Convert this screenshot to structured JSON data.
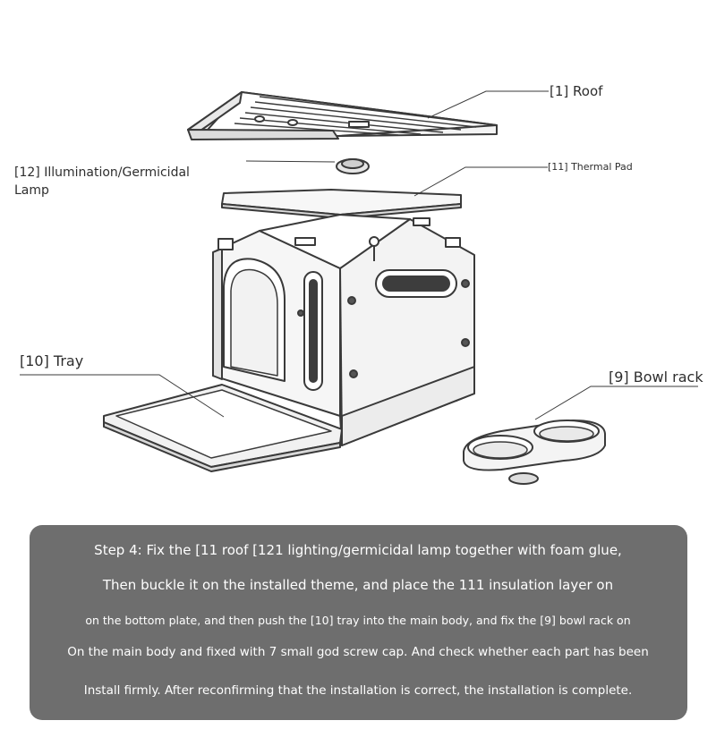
{
  "labels": {
    "roof": "[1] Roof",
    "thermal_pad": "[11] Thermal Pad",
    "lamp_line1": "[12] Illumination/Germicidal",
    "lamp_line2": "Lamp",
    "tray": "[10] Tray",
    "bowl_rack": "[9] Bowl rack"
  },
  "instructions": {
    "line1": "Step 4: Fix the [11 roof [121 lighting/germicidal lamp together with foam glue,",
    "line2": "Then buckle it on the installed theme, and place the 111 insulation layer on",
    "line3": "on the bottom plate, and then push the [10] tray into the main body, and fix the [9] bowl rack on",
    "line4": "On the main body and fixed with 7 small god screw cap. And check whether each part has been",
    "line5": "Install firmly. After reconfirming that the installation is correct, the installation is complete."
  },
  "colors": {
    "ink": "#2e2e2e",
    "panel": "#6e6e6e",
    "panel_text": "#ffffff"
  }
}
